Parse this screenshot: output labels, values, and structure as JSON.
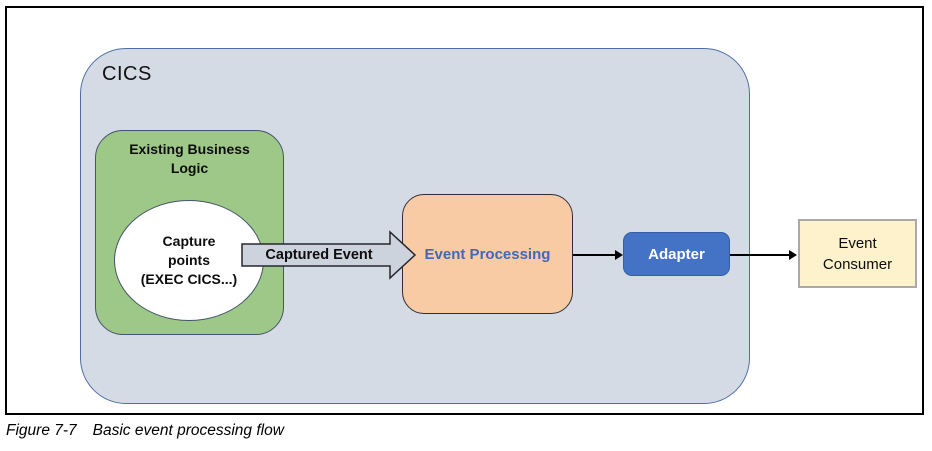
{
  "figure": {
    "caption_label": "Figure 7-7",
    "caption_title": "Basic event processing flow"
  },
  "diagram": {
    "cics": {
      "label": "CICS"
    },
    "business_logic": {
      "label": "Existing Business\nLogic"
    },
    "capture_points": {
      "label": "Capture\npoints\n(EXEC CICS...)"
    },
    "captured_event_arrow": {
      "label": "Captured Event"
    },
    "event_processing": {
      "label": "Event Processing"
    },
    "adapter": {
      "label": "Adapter"
    },
    "event_consumer": {
      "label": "Event\nConsumer"
    },
    "colors": {
      "cics_fill": "#d5dbe5",
      "cics_border": "#4f6ea6",
      "business_logic_fill": "#9ec887",
      "shape_border": "#44546a",
      "capture_fill": "#ffffff",
      "block_arrow_fill": "#cdd3dc",
      "block_arrow_border": "#26262e",
      "event_processing_fill": "#f8cba4",
      "event_processing_border": "#2e2e3a",
      "event_processing_text": "#4168bd",
      "adapter_fill": "#4472c4",
      "adapter_text": "#ffffff",
      "event_consumer_fill": "#fdf2cb",
      "event_consumer_border": "#a9a9a9",
      "connector": "#000000",
      "frame_border": "#000000"
    }
  }
}
